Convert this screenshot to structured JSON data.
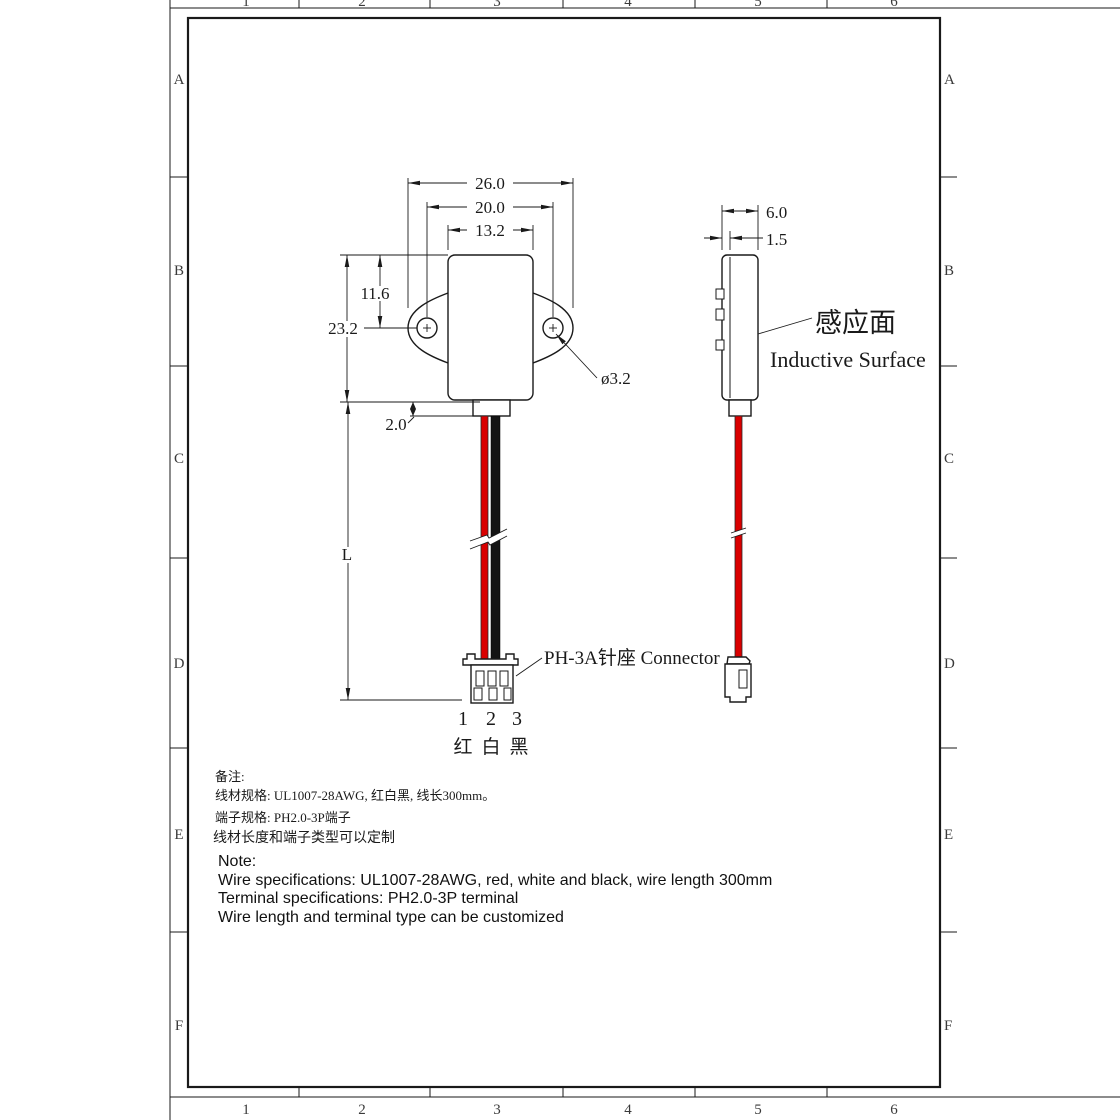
{
  "sheet": {
    "line_color": "#1a1a1a",
    "wire_red": "#d90000",
    "wire_black": "#141414"
  },
  "frame": {
    "columns": [
      "1",
      "2",
      "3",
      "4",
      "5",
      "6"
    ],
    "rows": [
      "A",
      "B",
      "C",
      "D",
      "E",
      "F"
    ]
  },
  "front_view": {
    "dim_overall_width": "26.0",
    "dim_hole_spacing": "20.0",
    "dim_body_width": "13.2",
    "dim_hole_offset": "11.6",
    "dim_overall_height": "23.2",
    "dim_neck_height": "2.0",
    "dim_wire_length": "L",
    "dim_hole_diameter": "ø3.2",
    "connector_label": "PH-3A针座 Connector",
    "pin_numbers": [
      "1",
      "2",
      "3"
    ],
    "pin_colors": [
      "红",
      "白",
      "黑"
    ]
  },
  "side_view": {
    "dim_depth": "6.0",
    "dim_surface_offset": "1.5",
    "surface_label_cn": "感应面",
    "surface_label_en": "Inductive Surface"
  },
  "notes_cn": {
    "title": "备注:",
    "line1": "线材规格: UL1007-28AWG, 红白黑, 线长300mm。",
    "line2": "端子规格: PH2.0-3P端子",
    "line3": "线材长度和端子类型可以定制"
  },
  "notes_en": {
    "title": "Note:",
    "line1": "Wire specifications: UL1007-28AWG, red, white and black, wire length 300mm",
    "line2": "Terminal specifications: PH2.0-3P terminal",
    "line3": "Wire length and terminal type can be customized"
  }
}
